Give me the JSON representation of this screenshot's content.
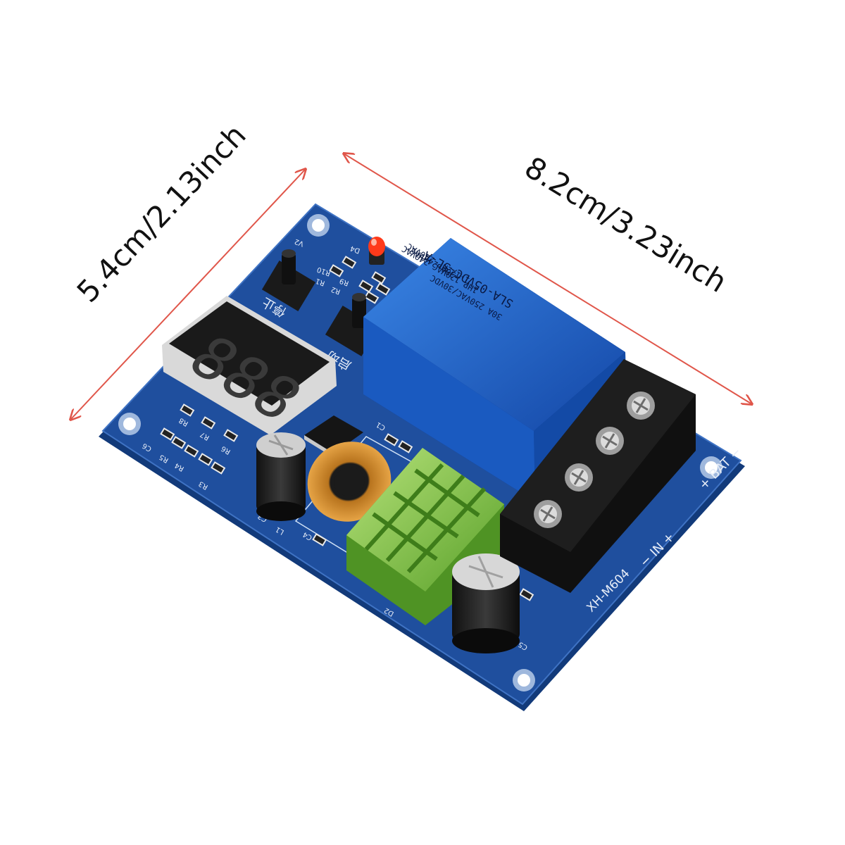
{
  "dimensions": {
    "width_label": "8.2cm/3.23inch",
    "height_label": "5.4cm/2.13inch",
    "arrow_color": "#e0564a"
  },
  "board": {
    "model": "XH-M604",
    "color": "#1f4f9e",
    "terminal_labels": {
      "bat": "+ BAT −",
      "in": "− IN +"
    },
    "buttons": {
      "stop": "停止",
      "start": "启动"
    },
    "silkscreen": [
      "V2",
      "D4",
      "R1",
      "R2",
      "R9",
      "R10",
      "R3",
      "R4",
      "R5",
      "R6",
      "R7",
      "R8",
      "C1",
      "C3",
      "C4",
      "C5",
      "C6",
      "D2",
      "L1"
    ],
    "relay": {
      "lines": [
        "SLA-05VDC-SL-A",
        "30A 250VAC/30VDC",
        "1HP 120VAC 240VAC",
        "1-1/2HP 240VAC",
        "30A 240VAC"
      ],
      "color": "#1c5fc4"
    },
    "display": {
      "digits": "888"
    }
  }
}
